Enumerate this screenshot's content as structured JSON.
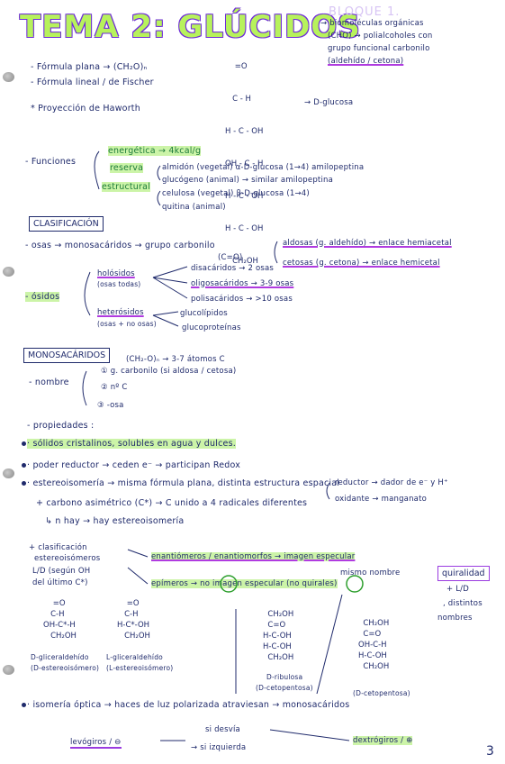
{
  "title": "TEMA 2: GLÚCIDOS",
  "bloque": "BLOQUE 1.",
  "intro": {
    "def1": "→ biomoléculas orgánicas",
    "def2": "(CHO) → polialcoholes con",
    "def3": "grupo funcional carbonilo",
    "def4": "(aldehído / cetona)",
    "formula_plana": "- Fórmula plana → (CH₂O)ₙ",
    "formula_lineal": "- Fórmula lineal / de Fischer",
    "proyeccion": "* Proyección de Haworth",
    "dglucosa": "→ D-glucosa"
  },
  "glucose": {
    "l1": "    =O",
    "l2": "   C - H",
    "l3": "H - C - OH",
    "l4": "OH - C - H",
    "l5": "H - C - OH",
    "l6": "H - C - OH",
    "l7": "   CH₂OH"
  },
  "funciones": {
    "label": "- Funciones",
    "energetica": "energética → 4kcal/g",
    "reserva": "reserva",
    "almidon": "almidón (vegetal) α-D-glucosa (1→4) amilopeptina",
    "glucogeno": "glucógeno (animal) → similar amilopeptina",
    "estructural": "estructural",
    "celulosa": "celulosa (vegetal) β-D-glucosa (1→4)",
    "quitina": "quitina (animal)"
  },
  "clasificacion": {
    "header": "CLASIFICACIÓN",
    "osas": "- osas → monosacáridos → grupo carbonilo",
    "ceo": "(C=O)",
    "aldosas": "aldosas (g. aldehído) → enlace hemiacetal",
    "cetosas": "cetosas (g. cetona) → enlace hemicetal",
    "osidos": "- ósidos",
    "holosidos": "holósidos",
    "holosidos_sub": "(osas todas)",
    "disacaridos": "disacáridos → 2 osas",
    "oligosacaridos": "oligosacáridos → 3-9 osas",
    "polisacaridos": "polisacáridos → >10 osas",
    "heterosidos": "heterósidos",
    "heterosidos_sub": "(osas + no osas)",
    "glucolipidos": "glucolípidos",
    "glucoproteinas": "glucoproteínas"
  },
  "monosacaridos": {
    "header": "MONOSACÁRIDOS",
    "formula": "(CH₂-O)ₙ → 3-7 átomos C",
    "nombre": "- nombre",
    "n1": "① g. carbonilo (si aldosa / cetosa)",
    "n2": "② nº C",
    "n3": "③ -osa"
  },
  "propiedades": {
    "label": "- propiedades :",
    "solidos": "· sólidos cristalinos, solubles en agua y dulces.",
    "poder": "· poder reductor → ceden e⁻ → participan Redox",
    "reductor": "reductor → dador de e⁻ y H⁺",
    "oxidante": "oxidante → manganato",
    "estereo": "· estereoisomería → misma fórmula plana, distinta estructura espacial",
    "carbono": "+ carbono asimétrico (C*) → C unido a 4 radicales diferentes",
    "hay": "↳ n hay → hay estereoisomería",
    "clasif": "+ clasificación",
    "estereoisomeros": "estereoisómeros",
    "ld": "L/D (según OH",
    "ultimo": "del último C*)",
    "enantiomeros": "enantiómeros / enantiomorfos → imagen especular",
    "mismo_nombre": "mismo nombre",
    "quiralidad": "quiralidad",
    "ld2": "+ L/D",
    "epimeros": "epímeros → no imagen especular (no quirales)",
    "distintos": ", distintos",
    "nombres": "nombres"
  },
  "gliceraldehido": {
    "d_label": "D-gliceraldehído",
    "d_sub": "(D-estereoisómero)",
    "l_label": "L-gliceraldehído",
    "l_sub": "(L-estereoisómero)",
    "ribulosa": "D-ribulosa",
    "ribulosa_sub": "(D-cetopentosa)",
    "cetopentosa": "(D-cetopentosa)"
  },
  "isomeria": {
    "label": "· isomería óptica → haces de luz polarizada atraviesan → monosacáridos",
    "desvia": "si desvía",
    "levogiros": "levógiros / ⊖",
    "dextrogiros": "dextrógiros / ⊕",
    "izquierda": "→ si izquierda"
  },
  "page_number": "3"
}
